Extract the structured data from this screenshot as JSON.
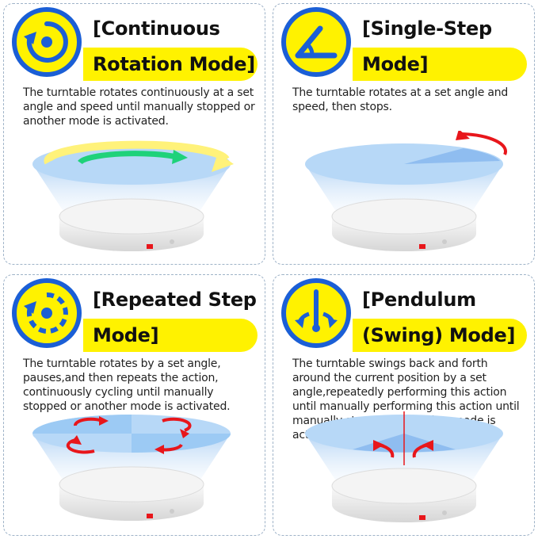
{
  "cards": [
    {
      "title_line1": "[Continuous",
      "title_line2": "Rotation Mode]",
      "description": "The turntable rotates continuously at a set angle and speed until manually stopped or another mode is activated.",
      "icon": "rotation-icon"
    },
    {
      "title_line1": "[Single-Step",
      "title_line2": "Mode]",
      "description": "The turntable rotates at a set angle and speed, then stops.",
      "icon": "angle-icon"
    },
    {
      "title_line1": "[Repeated Step",
      "title_line2": "Mode]",
      "description": "The turntable rotates by a set angle, pauses,and then repeats the action, continuously cycling until manually stopped or another mode is activated.",
      "icon": "step-rotation-icon"
    },
    {
      "title_line1": "[Pendulum",
      "title_line2": "(Swing) Mode]",
      "description": "The turntable swings back and forth around the current position by a set angle,repeatedly performing this action until manually performing this action until manually stopped or another mode is activated.",
      "icon": "pendulum-icon"
    }
  ],
  "colors": {
    "accent_yellow": "#fff200",
    "icon_blue": "#1b5fd6",
    "arrow_red": "#e8161b",
    "arrow_green": "#1fd27a",
    "disc_blue": "#b7d8f7"
  }
}
